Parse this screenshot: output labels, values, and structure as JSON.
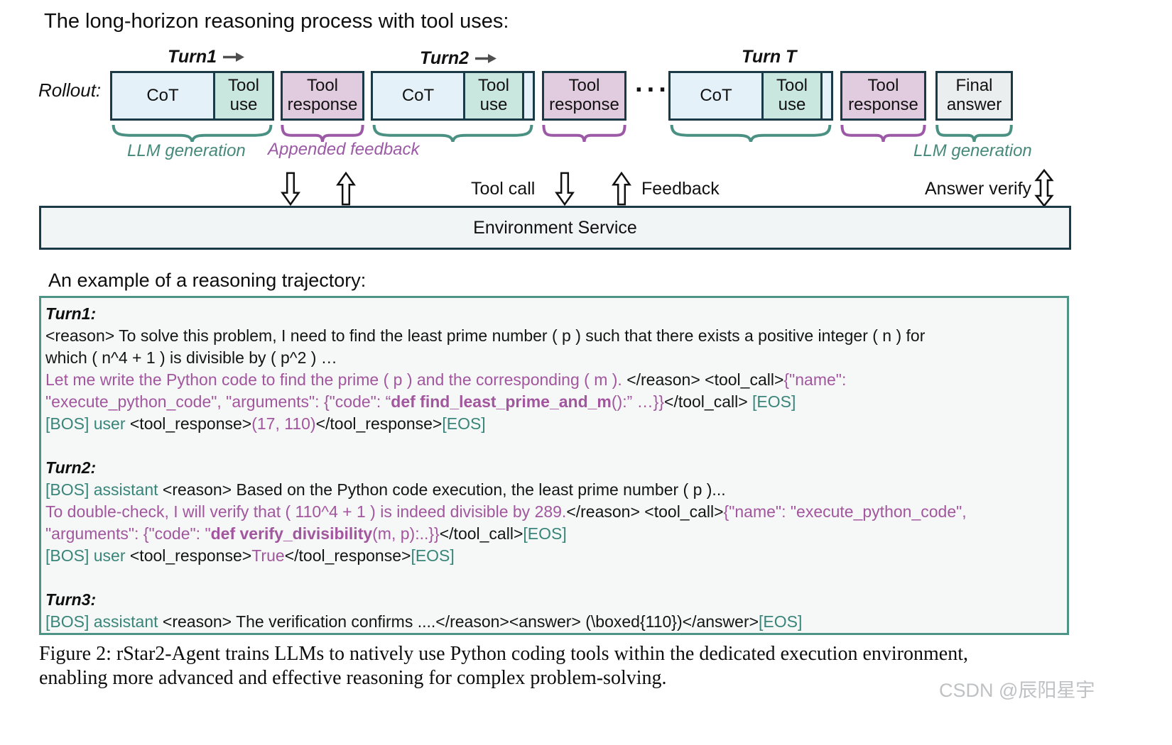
{
  "title": "The long-horizon reasoning process with tool uses:",
  "diagram": {
    "rollout_label": "Rollout:",
    "turn_labels": {
      "turn1": "Turn1",
      "turn2": "Turn2",
      "turnT": "Turn T"
    },
    "box_labels": {
      "cot": "CoT",
      "tool_use": "Tool use",
      "tool_response": "Tool response",
      "final_answer": "Final answer",
      "dots": "···"
    },
    "brace_labels": {
      "llm_generation_left": "LLM generation",
      "appended_feedback": "Appended feedback",
      "llm_generation_right": "LLM generation"
    },
    "arrow_labels": {
      "tool_call": "Tool call",
      "feedback": "Feedback",
      "answer_verify": "Answer verify"
    },
    "environment_service": "Environment Service",
    "icons": {
      "down-block-arrow-icon": "hollow block arrow pointing down",
      "up-block-arrow-icon": "hollow block arrow pointing up",
      "double-block-arrow-icon": "hollow block arrow pointing up and down",
      "right-arrow-icon": "solid right arrow after turn label"
    }
  },
  "trajectory": {
    "heading": "An example of a reasoning trajectory:",
    "turns": [
      {
        "title": "Turn1:",
        "lines": [
          [
            {
              "t": "<reason> To solve this problem, I need to find the least prime number ( p ) such that there exists a positive integer ( n ) for",
              "c": "k"
            }
          ],
          [
            {
              "t": "which ( n^4 + 1 ) is divisible by ( p^2 ) …",
              "c": "k"
            }
          ],
          [
            {
              "t": "Let me write the Python code to find the prime ( p ) and the corresponding ( m ). ",
              "c": "p"
            },
            {
              "t": "</reason> <tool_call>",
              "c": "k"
            },
            {
              "t": "{\"name\":",
              "c": "p"
            }
          ],
          [
            {
              "t": "\"execute_python_code\", \"arguments\": {\"code\": “",
              "c": "p"
            },
            {
              "t": "def find_least_prime_and_m",
              "c": "p",
              "b": true
            },
            {
              "t": "():” …}}",
              "c": "p"
            },
            {
              "t": "</tool_call> ",
              "c": "k"
            },
            {
              "t": "[EOS]",
              "c": "g"
            }
          ],
          [
            {
              "t": "[BOS] user ",
              "c": "g"
            },
            {
              "t": "<tool_response>",
              "c": "k"
            },
            {
              "t": "(17, 110)",
              "c": "p"
            },
            {
              "t": "</tool_response>",
              "c": "k"
            },
            {
              "t": "[EOS]",
              "c": "g"
            }
          ]
        ]
      },
      {
        "title": "Turn2:",
        "lines": [
          [
            {
              "t": "[BOS] assistant ",
              "c": "g"
            },
            {
              "t": "<reason> Based on the Python code execution, the least prime number ( p )...",
              "c": "k"
            }
          ],
          [
            {
              "t": "To double-check, I will verify that ( 110^4 + 1 ) is indeed divisible by 289.",
              "c": "p"
            },
            {
              "t": "</reason> <tool_call>",
              "c": "k"
            },
            {
              "t": "{\"name\": \"execute_python_code\",",
              "c": "p"
            }
          ],
          [
            {
              "t": "\"arguments\": {\"code\": \"",
              "c": "p"
            },
            {
              "t": "def verify_divisibility",
              "c": "p",
              "b": true
            },
            {
              "t": "(m, p):..}}",
              "c": "p"
            },
            {
              "t": "</tool_call>",
              "c": "k"
            },
            {
              "t": "[EOS]",
              "c": "g"
            }
          ],
          [
            {
              "t": "[BOS] user ",
              "c": "g"
            },
            {
              "t": "<tool_response>",
              "c": "k"
            },
            {
              "t": "True",
              "c": "p"
            },
            {
              "t": "</tool_response>",
              "c": "k"
            },
            {
              "t": "[EOS]",
              "c": "g"
            }
          ]
        ]
      },
      {
        "title": "Turn3:",
        "lines": [
          [
            {
              "t": "[BOS] assistant ",
              "c": "g"
            },
            {
              "t": "<reason> The verification confirms ....</reason><answer> (\\boxed{110})</answer>",
              "c": "k"
            },
            {
              "t": "[EOS]",
              "c": "g"
            }
          ]
        ]
      }
    ]
  },
  "caption": {
    "line1": "Figure 2: rStar2-Agent trains LLMs to natively use Python coding tools within the dedicated execution environment,",
    "line2": "enabling more advanced and effective reasoning for complex problem-solving."
  },
  "watermark": "CSDN @辰阳星宇",
  "colors": {
    "box_border": "#1b3a47",
    "cot_fill": "#e4f1f8",
    "tool_use_fill": "#c9e6df",
    "tool_response_fill": "#e0cbdf",
    "final_answer_fill": "#ebeeee",
    "env_fill": "#f1f5f5",
    "brace_teal": "#4a9184",
    "teal_label": "#45897b",
    "brace_purple": "#9c59a6",
    "purple_text": "#a2569e",
    "teal_text": "#39857а",
    "trajectory_border": "#4d9487",
    "trajectory_fill": "#f5f8f7"
  }
}
